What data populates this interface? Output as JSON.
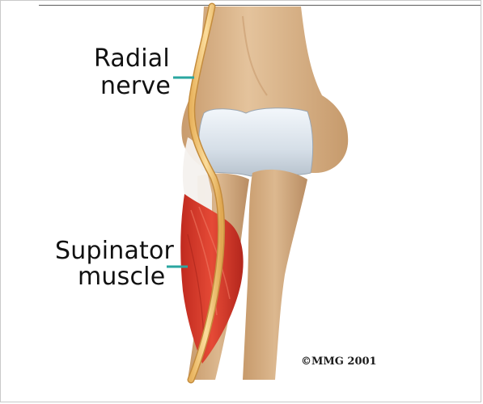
{
  "labels": {
    "radial_nerve_line1": "Radial",
    "radial_nerve_line2": "nerve",
    "supinator_line1": "Supinator",
    "supinator_line2": "muscle"
  },
  "copyright": "©MMG 2001",
  "colors": {
    "bone": "#d9b68f",
    "bone_shadow": "#b98d63",
    "cartilage": "#e6edf4",
    "nerve": "#f2c77a",
    "muscle": "#d83a2b",
    "leader_line": "#2aa6a0",
    "background": "#ffffff"
  }
}
